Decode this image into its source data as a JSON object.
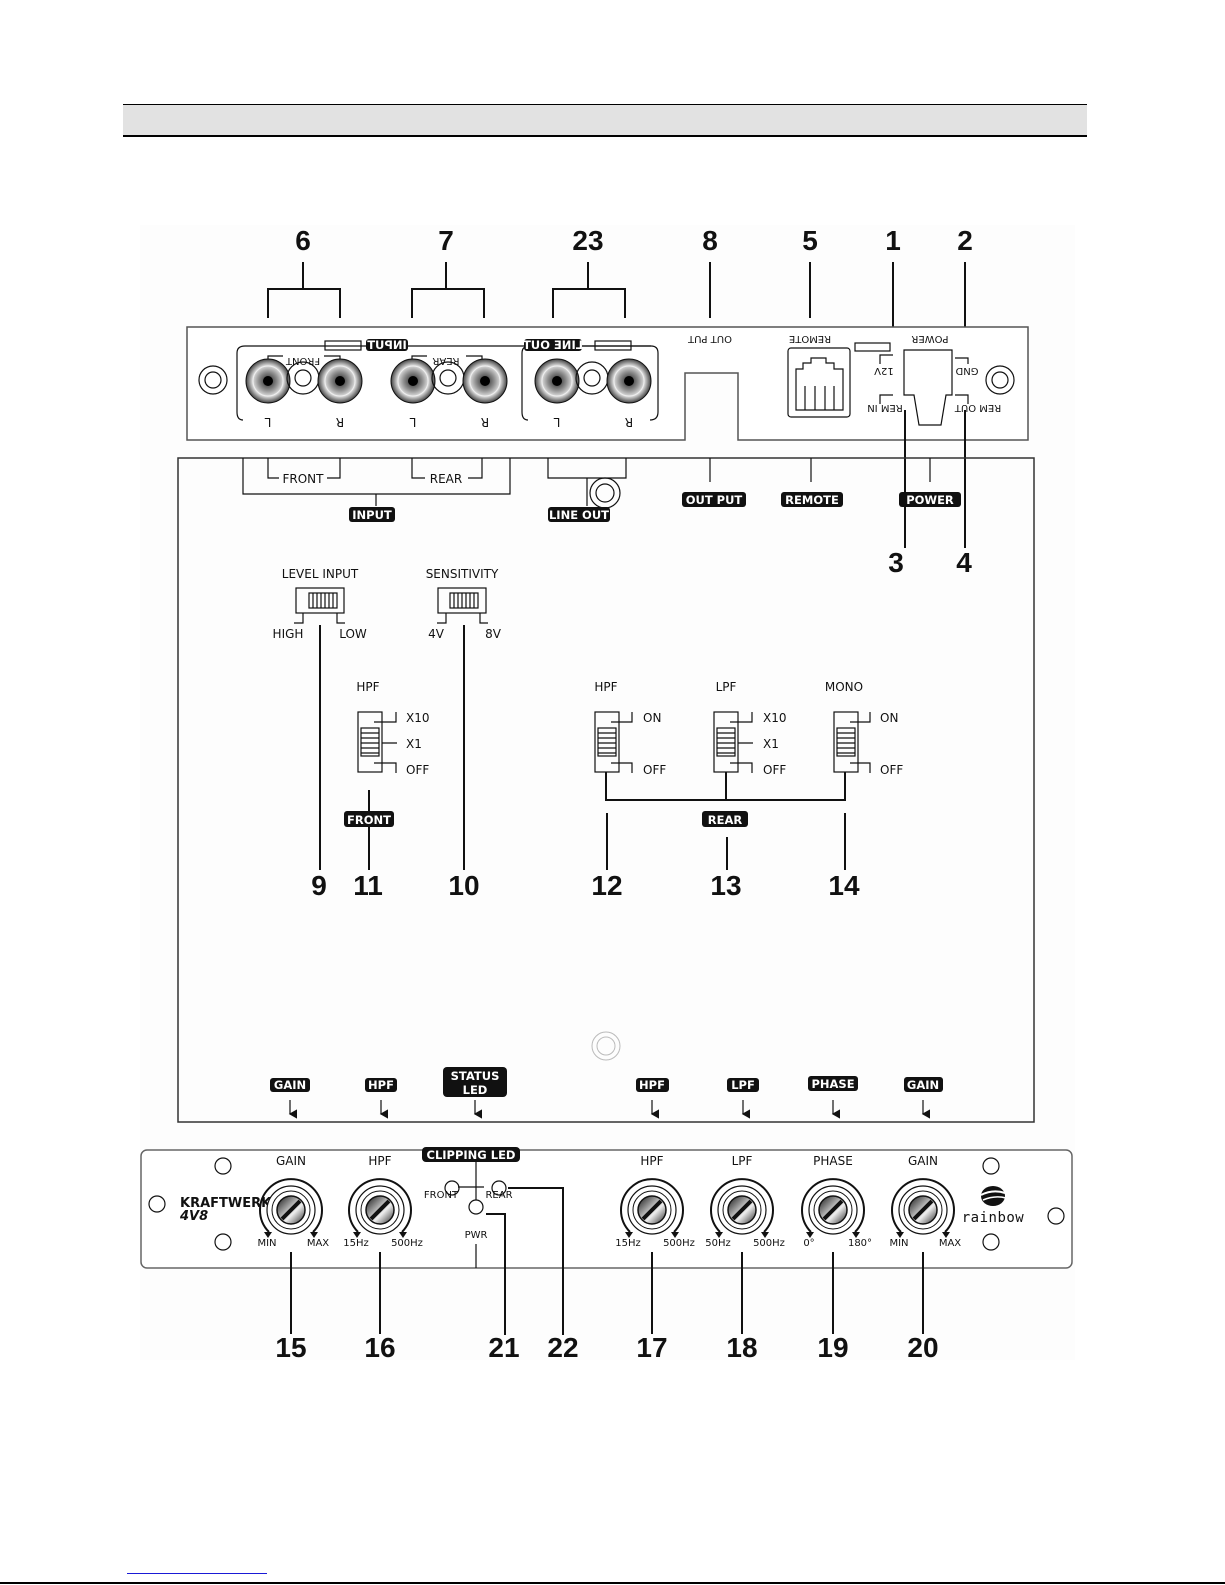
{
  "page": {
    "header_band_text": "",
    "footnote_link_text": ""
  },
  "diagram": {
    "title": "Kraftwerk 4V8 amplifier panel diagram",
    "rear_panel": {
      "callouts": {
        "n6": "6",
        "n7": "7",
        "n23": "23",
        "n8": "8",
        "n5": "5",
        "n1": "1",
        "n2": "2",
        "n3": "3",
        "n4": "4"
      },
      "mirrored_labels": {
        "input": "INPUT",
        "front": "FRONT",
        "rear": "REAR",
        "line_out": "LINE OUT",
        "output": "OUT PUT",
        "remote": "REMOTE",
        "power": "POWER",
        "v12": "12V",
        "gnd": "GND",
        "rem_in": "REM IN",
        "rem_out": "REM OUT",
        "l": "L",
        "r": "R"
      },
      "under_labels": {
        "front": "FRONT",
        "rear": "REAR"
      },
      "badges": {
        "input": "INPUT",
        "line_out": "LINE OUT",
        "output": "OUT PUT",
        "remote": "REMOTE",
        "power": "POWER"
      }
    },
    "internal_switches": {
      "level_input": {
        "title": "LEVEL  INPUT",
        "left": "HIGH",
        "right": "LOW",
        "callout": "9"
      },
      "sensitivity": {
        "title": "SENSITIVITY",
        "left": "4V",
        "right": "8V",
        "callout": "10"
      },
      "front_hpf": {
        "title": "HPF",
        "options": [
          "X10",
          "X1",
          "OFF"
        ],
        "badge": "FRONT",
        "callout": "11"
      },
      "rear_hpf": {
        "title": "HPF",
        "options": [
          "ON",
          "OFF"
        ],
        "callout": "12"
      },
      "rear_lpf": {
        "title": "LPF",
        "options": [
          "X10",
          "X1",
          "OFF"
        ],
        "callout": "13"
      },
      "rear_mono": {
        "title": "MONO",
        "options": [
          "ON",
          "OFF"
        ],
        "callout": "14"
      },
      "rear_badge": "REAR"
    },
    "top_arrow_badges": [
      "GAIN",
      "HPF",
      "STATUS",
      "LED",
      "HPF",
      "LPF",
      "PHASE",
      "GAIN"
    ],
    "front_panel": {
      "brand": "KRAFTWERK",
      "model": "4V8",
      "logo_text": "rainbow",
      "clipping_led_badge": "CLIPPING LED",
      "led_labels": {
        "front": "FRONT",
        "rear": "REAR",
        "pwr": "PWR"
      },
      "knobs": [
        {
          "title": "GAIN",
          "min": "MIN",
          "max": "MAX",
          "callout": "15"
        },
        {
          "title": "HPF",
          "min": "15Hz",
          "max": "500Hz",
          "callout": "16"
        },
        {
          "title": "HPF",
          "min": "15Hz",
          "max": "500Hz",
          "callout": "17"
        },
        {
          "title": "LPF",
          "min": "50Hz",
          "max": "500Hz",
          "callout": "18"
        },
        {
          "title": "PHASE",
          "min": "0°",
          "max": "180°",
          "callout": "19"
        },
        {
          "title": "GAIN",
          "min": "MIN",
          "max": "MAX",
          "callout": "20"
        }
      ],
      "led_callouts": {
        "pwr": "21",
        "clipping": "22"
      }
    }
  }
}
